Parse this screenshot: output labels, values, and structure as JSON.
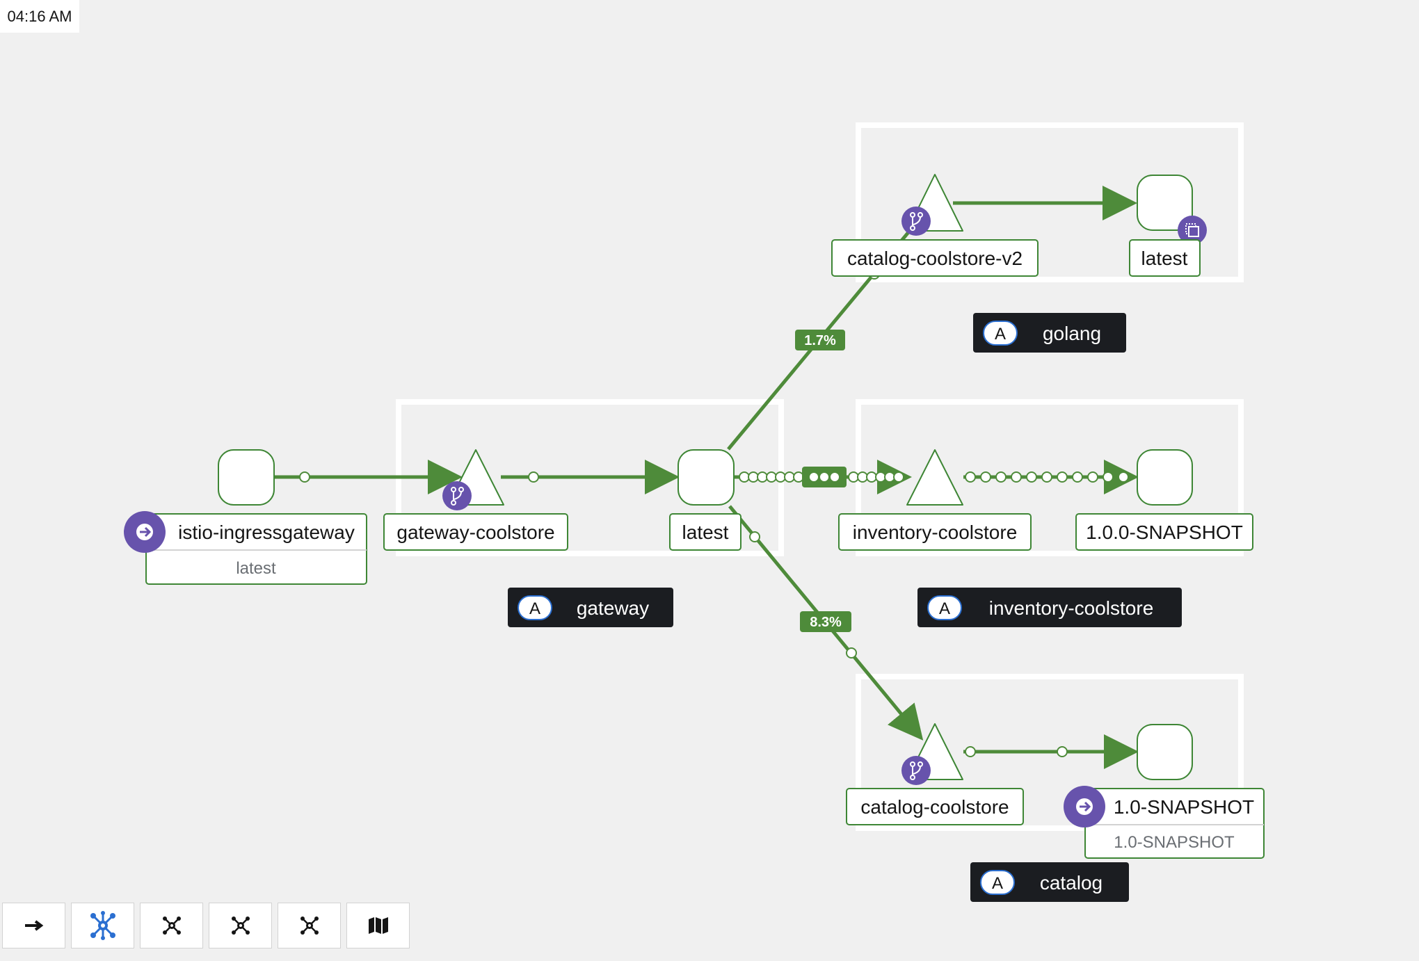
{
  "timestamp": "04:16 AM",
  "namespaces": [
    {
      "badge": "A",
      "name": "golang"
    },
    {
      "badge": "A",
      "name": "gateway"
    },
    {
      "badge": "A",
      "name": "inventory-coolstore"
    },
    {
      "badge": "A",
      "name": "catalog"
    }
  ],
  "nodes": {
    "istio_ingressgateway": {
      "label": "istio-ingressgateway",
      "sublabel": "latest"
    },
    "gateway_coolstore": {
      "label": "gateway-coolstore"
    },
    "gateway_latest": {
      "label": "latest"
    },
    "catalog_coolstore_v2": {
      "label": "catalog-coolstore-v2"
    },
    "golang_latest": {
      "label": "latest"
    },
    "inventory_coolstore": {
      "label": "inventory-coolstore"
    },
    "inventory_snapshot": {
      "label": "1.0.0-SNAPSHOT"
    },
    "catalog_coolstore": {
      "label": "catalog-coolstore"
    },
    "catalog_snapshot": {
      "label": "1.0-SNAPSHOT",
      "sublabel": "1.0-SNAPSHOT"
    }
  },
  "edges": {
    "to_golang_pct": "1.7%",
    "to_catalog_pct": "8.3%"
  },
  "colors": {
    "edge": "#4e8b3a",
    "node_border": "#3e8635",
    "badge_purple": "#6753ac",
    "namespace_bg": "#1b1d21",
    "toolbar_active": "#2b6fd1"
  },
  "toolbar": [
    {
      "name": "arrow-right-icon",
      "active": false
    },
    {
      "name": "graph-layout-default-icon",
      "active": true
    },
    {
      "name": "graph-layout-1-icon",
      "active": false
    },
    {
      "name": "graph-layout-2-icon",
      "active": false
    },
    {
      "name": "graph-layout-3-icon",
      "active": false
    },
    {
      "name": "map-icon",
      "active": false
    }
  ]
}
